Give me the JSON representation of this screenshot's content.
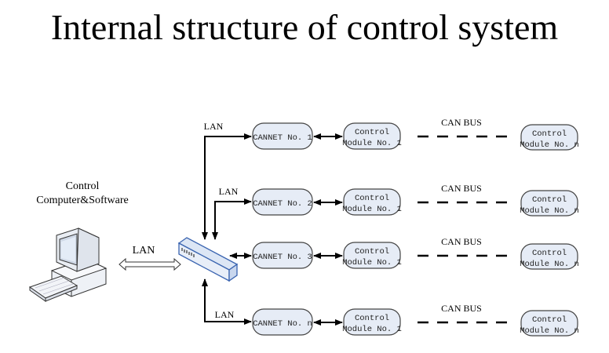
{
  "title": "Internal structure of control system",
  "computer": {
    "label_line1": "Control",
    "label_line2": "Computer&Software",
    "link_label": "LAN"
  },
  "rows": [
    {
      "lan_label": "LAN",
      "cannet": "CANNET No. 1",
      "module_first": [
        "Control",
        "Module No. 1"
      ],
      "bus_label": "CAN BUS",
      "module_last": [
        "Control",
        "Module No. n"
      ]
    },
    {
      "lan_label": "LAN",
      "cannet": "CANNET No. 2",
      "module_first": [
        "Control",
        "Module No. 1"
      ],
      "bus_label": "CAN BUS",
      "module_last": [
        "Control",
        "Module No. n"
      ]
    },
    {
      "lan_label": "",
      "cannet": "CANNET No. 3",
      "module_first": [
        "Control",
        "Module No. 1"
      ],
      "bus_label": "CAN BUS",
      "module_last": [
        "Control",
        "Module No. n"
      ]
    },
    {
      "lan_label": "LAN",
      "cannet": "CANNET No. n",
      "module_first": [
        "Control",
        "Module No. 1"
      ],
      "bus_label": "CAN BUS",
      "module_last": [
        "Control",
        "Module No. n"
      ]
    }
  ],
  "colors": {
    "node_fill": "#e6ecf6",
    "switch_fill": "#dce6f5",
    "switch_stroke": "#3a64b0"
  }
}
